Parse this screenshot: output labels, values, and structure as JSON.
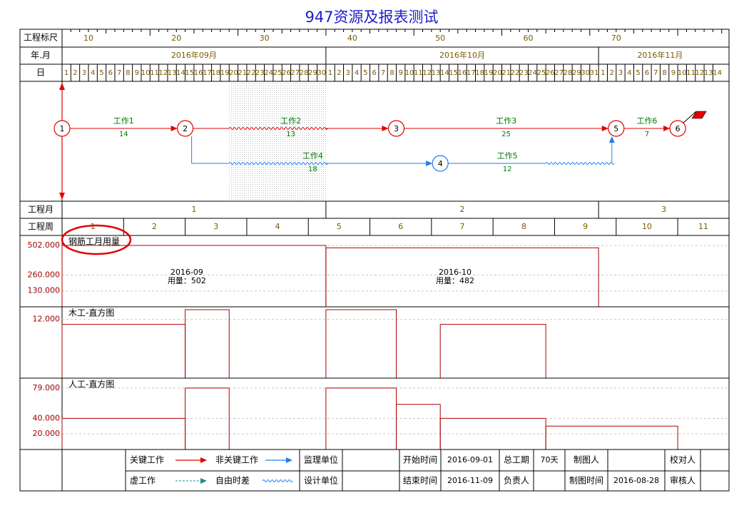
{
  "title": "947资源及报表测试",
  "colors": {
    "critical": "#e00000",
    "noncritical": "#1e7ff0",
    "label_green": "#007a00",
    "axis_red": "#a00000",
    "header_text": "#7a5a00",
    "hist": "#b00000"
  },
  "scale": {
    "row_label": "工程标尺",
    "major_ticks": [
      "10",
      "20",
      "30",
      "40",
      "50",
      "60",
      "70"
    ]
  },
  "months_row": {
    "row_label": "年.月",
    "months": [
      {
        "label": "2016年09月",
        "start_day": 1,
        "span": 30
      },
      {
        "label": "2016年10月",
        "start_day": 31,
        "span": 31
      },
      {
        "label": "2016年11月",
        "start_day": 62,
        "span": 14
      }
    ]
  },
  "days_row": {
    "row_label": "日",
    "days": [
      "1",
      "2",
      "3",
      "4",
      "5",
      "6",
      "7",
      "8",
      "9",
      "10",
      "11",
      "12",
      "13",
      "14",
      "15",
      "16",
      "17",
      "18",
      "19",
      "20",
      "21",
      "22",
      "23",
      "24",
      "25",
      "26",
      "27",
      "28",
      "29",
      "30",
      "1",
      "2",
      "3",
      "4",
      "5",
      "6",
      "7",
      "8",
      "9",
      "10",
      "11",
      "12",
      "13",
      "14",
      "15",
      "16",
      "17",
      "18",
      "19",
      "20",
      "21",
      "22",
      "23",
      "24",
      "25",
      "26",
      "27",
      "28",
      "29",
      "30",
      "31",
      "1",
      "2",
      "3",
      "4",
      "5",
      "6",
      "7",
      "8",
      "9",
      "10",
      "11",
      "12",
      "13",
      "14"
    ]
  },
  "network": {
    "nodes": [
      {
        "id": "1",
        "day": 0,
        "lane": "top",
        "critical": true
      },
      {
        "id": "2",
        "day": 14,
        "lane": "top",
        "critical": true
      },
      {
        "id": "3",
        "day": 38,
        "lane": "top",
        "critical": true
      },
      {
        "id": "4",
        "day": 43,
        "lane": "bottom",
        "critical": false
      },
      {
        "id": "5",
        "day": 63,
        "lane": "top",
        "critical": true
      },
      {
        "id": "6",
        "day": 70,
        "lane": "top",
        "critical": true
      }
    ],
    "activities": [
      {
        "name": "工作1",
        "duration": "14",
        "from": "1",
        "to": "2",
        "critical": true
      },
      {
        "name": "工作2",
        "duration": "13",
        "from": "2",
        "to": "3",
        "critical": true
      },
      {
        "name": "工作3",
        "duration": "25",
        "from": "3",
        "to": "5",
        "critical": true
      },
      {
        "name": "工作6",
        "duration": "7",
        "from": "5",
        "to": "6",
        "critical": true
      },
      {
        "name": "工作4",
        "duration": "18",
        "from": "2",
        "to": "4",
        "critical": false
      },
      {
        "name": "工作5",
        "duration": "12",
        "from": "4",
        "to": "5",
        "critical": false
      }
    ]
  },
  "project_month_row": {
    "row_label": "工程月",
    "cells": [
      {
        "label": "1",
        "start_day": 0,
        "end_day": 30
      },
      {
        "label": "2",
        "start_day": 30,
        "end_day": 61
      },
      {
        "label": "3",
        "start_day": 61,
        "end_day": 76
      }
    ]
  },
  "project_week_row": {
    "row_label": "工程周",
    "cells": [
      "1",
      "2",
      "3",
      "4",
      "5",
      "6",
      "7",
      "8",
      "9",
      "10",
      "11"
    ]
  },
  "chart_data": [
    {
      "type": "bar",
      "title": "钢筋工月用量",
      "yticks": [
        "502.000",
        "260.000",
        "130.000"
      ],
      "ytick_values": [
        502,
        260,
        130
      ],
      "ylim": [
        0,
        560
      ],
      "segments": [
        {
          "start_day": 0,
          "end_day": 30,
          "value": 502,
          "label_month": "2016-09",
          "label_amount": "用量：502"
        },
        {
          "start_day": 30,
          "end_day": 61,
          "value": 482,
          "label_month": "2016-10",
          "label_amount": "用量：482"
        }
      ]
    },
    {
      "type": "bar",
      "title": "木工-直方图",
      "yticks": [
        "12.000"
      ],
      "ytick_values": [
        12
      ],
      "ylim": [
        0,
        14
      ],
      "segments": [
        {
          "start_day": 0,
          "end_day": 14,
          "value": 11
        },
        {
          "start_day": 14,
          "end_day": 19,
          "value": 14
        },
        {
          "start_day": 30,
          "end_day": 38,
          "value": 14
        },
        {
          "start_day": 43,
          "end_day": 55,
          "value": 11
        }
      ]
    },
    {
      "type": "bar",
      "title": "人工-直方图",
      "yticks": [
        "79.000",
        "40.000",
        "20.000"
      ],
      "ytick_values": [
        79,
        40,
        20
      ],
      "ylim": [
        0,
        88
      ],
      "segments": [
        {
          "start_day": 0,
          "end_day": 14,
          "value": 40
        },
        {
          "start_day": 14,
          "end_day": 19,
          "value": 79
        },
        {
          "start_day": 30,
          "end_day": 38,
          "value": 79
        },
        {
          "start_day": 38,
          "end_day": 43,
          "value": 58
        },
        {
          "start_day": 43,
          "end_day": 55,
          "value": 40
        },
        {
          "start_day": 55,
          "end_day": 70,
          "value": 30
        }
      ]
    }
  ],
  "legend": {
    "critical": "关键工作",
    "noncritical": "非关键工作",
    "dummy": "虚工作",
    "free_float": "自由时差"
  },
  "info": {
    "supervisor_label": "监理单位",
    "designer_label": "设计单位",
    "start_label": "开始时间",
    "start_value": "2016-09-01",
    "end_label": "结束时间",
    "end_value": "2016-11-09",
    "total_label": "总工期",
    "total_value": "70天",
    "owner_label": "负责人",
    "drawer_label": "制图人",
    "draw_time_label": "制图时间",
    "draw_time_value": "2016-08-28",
    "checker_label": "校对人",
    "reviewer_label": "审核人"
  }
}
